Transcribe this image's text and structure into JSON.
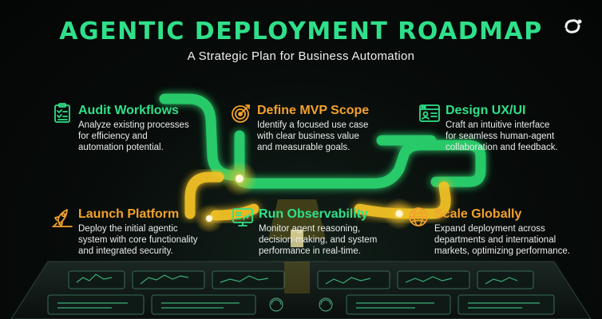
{
  "header": {
    "title": "AGENTIC DEPLOYMENT ROADMAP",
    "subtitle": "A Strategic Plan for Business Automation"
  },
  "colors": {
    "green": "#2fe08a",
    "green_path": "#2bd46e",
    "orange": "#f4a12c",
    "yellow_path": "#f2c225",
    "background": "#050807"
  },
  "steps": [
    {
      "id": "audit-workflows",
      "title": "Audit Workflows",
      "icon": "checklist-icon",
      "color": "green",
      "description": [
        "Analyze existing processes",
        "for efficiency and",
        "automation potential."
      ]
    },
    {
      "id": "define-mvp-scope",
      "title": "Define MVP Scope",
      "icon": "target-icon",
      "color": "orange",
      "description": [
        "Identify a focused use case",
        "with clear business value",
        "and measurable goals."
      ]
    },
    {
      "id": "design-ux-ui",
      "title": "Design UX/UI",
      "icon": "interface-window-icon",
      "color": "green",
      "description": [
        "Craft an intuitive interface",
        "for seamless human-agent",
        "collaboration and feedback."
      ]
    },
    {
      "id": "launch-platform",
      "title": "Launch Platform",
      "icon": "rocket-icon",
      "color": "orange",
      "description": [
        "Deploy the initial agentic",
        "system with core functionality",
        "and integrated security."
      ]
    },
    {
      "id": "run-observability",
      "title": "Run Observability",
      "icon": "dashboard-monitor-icon",
      "color": "green",
      "description": [
        "Monitor agent reasoning,",
        "decision-making, and system",
        "performance in real-time."
      ]
    },
    {
      "id": "scale-globally",
      "title": "Scale Globally",
      "icon": "globe-icon",
      "color": "orange",
      "description": [
        "Expand deployment across",
        "departments and international",
        "markets, optimizing performance."
      ]
    }
  ]
}
